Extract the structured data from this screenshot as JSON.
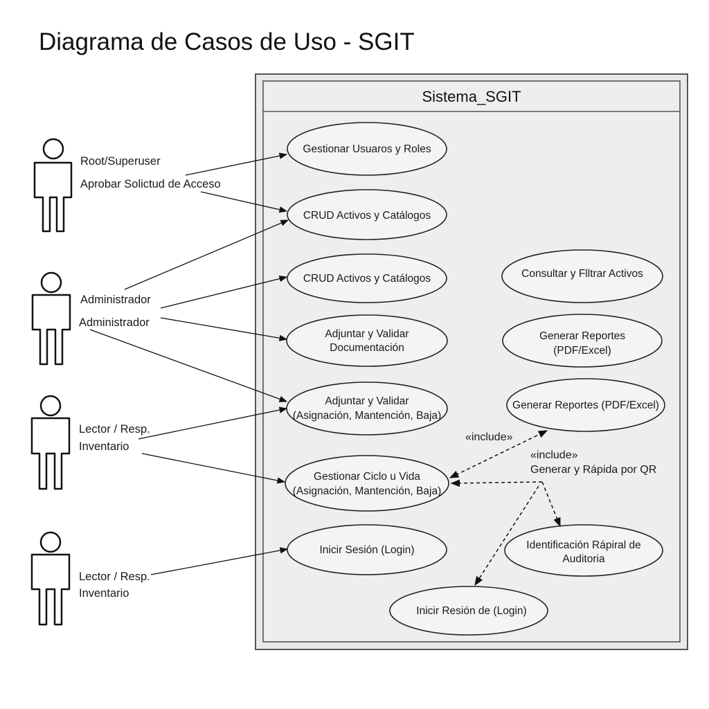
{
  "title": "Diagrama de Casos de Uso - SGIT",
  "system": {
    "name": "Sistema_SGIT"
  },
  "actors": [
    {
      "labels": [
        "Root/Superuser",
        "Aprobar Solictud de Acceso"
      ]
    },
    {
      "labels": [
        "Administrador",
        "Administrador"
      ]
    },
    {
      "labels": [
        "Lector / Resp.",
        "Inventario"
      ]
    },
    {
      "labels": [
        "Lector / Resp.",
        "Inventario"
      ]
    }
  ],
  "use_cases": [
    {
      "lines": [
        "Gestionar Usuaros y Roles"
      ]
    },
    {
      "lines": [
        "CRUD Activos y Catálogos"
      ]
    },
    {
      "lines": [
        "CRUD Activos y Catálogos"
      ]
    },
    {
      "lines": [
        "Consultar y Flltrar Activos"
      ]
    },
    {
      "lines": [
        "Adjuntar y Validar",
        "Documentación"
      ]
    },
    {
      "lines": [
        "Generar Reportes",
        "(PDF/Excel)"
      ]
    },
    {
      "lines": [
        "Adjuntar y Validar",
        "(Asignación, Mantención, Baja)"
      ]
    },
    {
      "lines": [
        "Generar Reportes (PDF/Excel)"
      ]
    },
    {
      "lines": [
        "Gestionar Ciclo u Vida",
        "(Asignación, Mantención, Baja)"
      ]
    },
    {
      "lines": [
        "Inicir Sesión (Login)"
      ]
    },
    {
      "lines": [
        "Identificación Rápiral de",
        "Auditoria"
      ]
    },
    {
      "lines": [
        "Inicir Resión de (Login)"
      ]
    }
  ],
  "notes": [
    {
      "text": "«include»"
    },
    {
      "text": "«include»"
    },
    {
      "text": "Generar y Rápida por QR"
    }
  ]
}
